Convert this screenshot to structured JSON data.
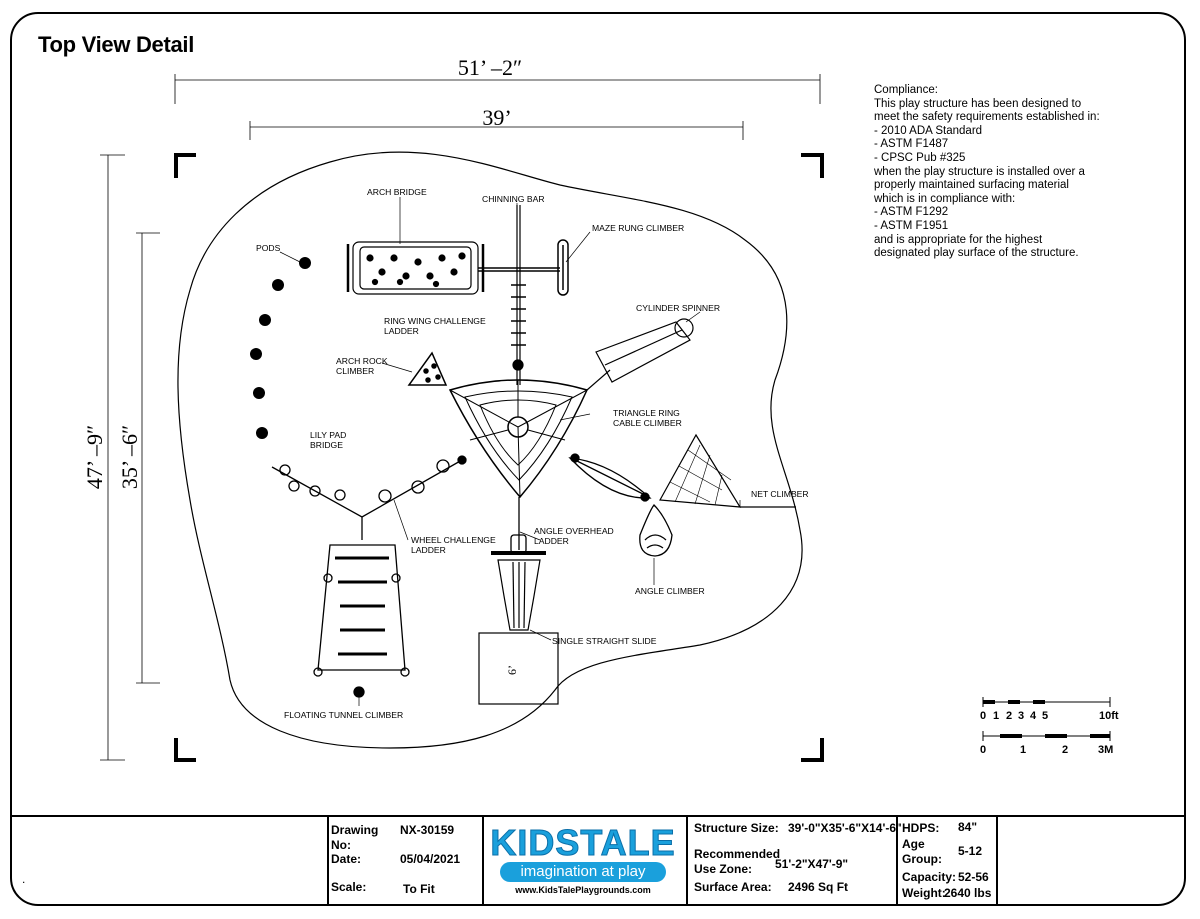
{
  "title": "Top View Detail",
  "dimensions": {
    "overall_width": "51’ –2″",
    "structure_width": "39’",
    "overall_depth": "47’ –9″",
    "structure_depth": "35’ –6″",
    "slide_zone": "6’"
  },
  "components": {
    "arch_bridge": "ARCH BRIDGE",
    "chinning_bar": "CHINNING BAR",
    "maze_rung_climber": "MAZE RUNG CLIMBER",
    "pods": "PODS",
    "ring_wing_line1": "RING WING CHALLENGE",
    "ring_wing_line2": "LADDER",
    "cylinder_spinner": "CYLINDER SPINNER",
    "arch_rock_line1": "ARCH ROCK",
    "arch_rock_line2": "CLIMBER",
    "triangle_ring_line1": "TRIANGLE RING",
    "triangle_ring_line2": "CABLE CLIMBER",
    "lily_pad_line1": "LILY PAD",
    "lily_pad_line2": "BRIDGE",
    "net_climber": "NET CLIMBER",
    "wheel_line1": "WHEEL CHALLENGE",
    "wheel_line2": "LADDER",
    "angle_overhead_line1": "ANGLE OVERHEAD",
    "angle_overhead_line2": "LADDER",
    "angle_climber": "ANGLE CLIMBER",
    "single_slide": "SINGLE STRAIGHT SLIDE",
    "floating_tunnel": "FLOATING TUNNEL CLIMBER"
  },
  "compliance": [
    "Compliance:",
    "This play structure has been designed to",
    "meet the safety requirements established in:",
    "- 2010 ADA Standard",
    "- ASTM F1487",
    "- CPSC Pub #325",
    "when the play structure is installed over a",
    "properly maintained surfacing material",
    "which is in compliance with:",
    "- ASTM F1292",
    "- ASTM F1951",
    "and is appropriate for the highest",
    "designated play surface of the structure."
  ],
  "scale_bars": {
    "feet_labels": [
      "0",
      "1",
      "2",
      "3",
      "4",
      "5",
      "10ft"
    ],
    "meter_labels": [
      "0",
      "1",
      "2",
      "3M"
    ]
  },
  "title_block": {
    "dot": ".",
    "drawing_label": "Drawing",
    "drawing_no_label": "No:",
    "drawing_no": "NX-30159",
    "date_label": "Date:",
    "date": "05/04/2021",
    "scale_label": "Scale:",
    "scale": "To Fit",
    "logo_main": "KIDSTALE",
    "logo_tag": "imagination at play",
    "logo_url": "www.KidsTalePlaygrounds.com",
    "structure_size_label": "Structure Size:",
    "structure_size": "39'-0\"X35'-6\"X14'-6\"",
    "use_zone_label1": "Recommended",
    "use_zone_label2": "Use Zone:",
    "use_zone": "51'-2\"X47'-9\"",
    "surface_area_label": "Surface Area:",
    "surface_area": "2496 Sq Ft",
    "hdps_label": "HDPS:",
    "hdps": "84\"",
    "age_label1": "Age",
    "age_label2": "Group:",
    "age": "5-12",
    "capacity_label": "Capacity:",
    "capacity": "52-56",
    "weight_label": "Weight:",
    "weight": "2640 lbs"
  }
}
